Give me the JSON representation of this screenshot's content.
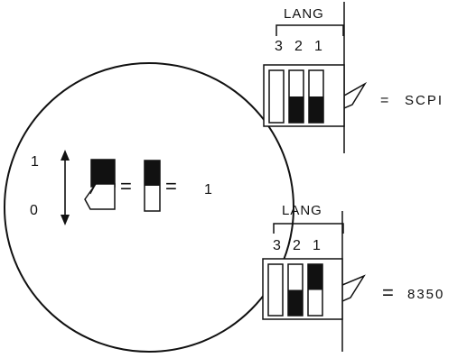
{
  "legend": {
    "label_one": "1",
    "label_zero": "0",
    "equals_a": "=",
    "equals_b": "=",
    "value": "1"
  },
  "panels": [
    {
      "bank_label": "LANG",
      "switch_numbers": [
        "3",
        "2",
        "1"
      ],
      "switch_states": [
        "1",
        "0",
        "0"
      ],
      "equals": "=",
      "result": "SCPI"
    },
    {
      "bank_label": "LANG",
      "switch_numbers": [
        "3",
        "2",
        "1"
      ],
      "switch_states": [
        "1",
        "0",
        "1"
      ],
      "equals": "=",
      "result": "8350"
    }
  ]
}
